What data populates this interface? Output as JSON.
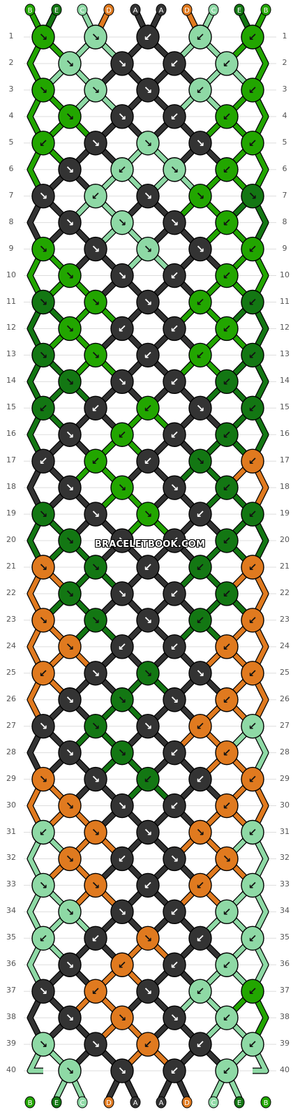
{
  "colors": {
    "A": "#333333",
    "B": "#22a600",
    "C": "#8ed9a5",
    "D": "#e07a1f",
    "E": "#137713"
  },
  "strands": [
    "B",
    "E",
    "C",
    "D",
    "A",
    "A",
    "D",
    "C",
    "E",
    "B"
  ],
  "row_count": 40,
  "watermark": "BRACELETBOOK.COM",
  "knots": [
    [
      "B",
      "C",
      "A",
      "C",
      "B"
    ],
    [
      "C",
      "A",
      "A",
      "C"
    ],
    [
      "B",
      "C",
      "A",
      "C",
      "B"
    ],
    [
      "B",
      "A",
      "A",
      "B"
    ],
    [
      "B",
      "A",
      "C",
      "A",
      "B"
    ],
    [
      "A",
      "C",
      "C",
      "B"
    ],
    [
      "A",
      "C",
      "A",
      "B",
      "E"
    ],
    [
      "A",
      "C",
      "A",
      "B"
    ],
    [
      "B",
      "A",
      "C",
      "A",
      "B"
    ],
    [
      "B",
      "A",
      "A",
      "B"
    ],
    [
      "E",
      "B",
      "A",
      "B",
      "E"
    ],
    [
      "B",
      "A",
      "A",
      "B"
    ],
    [
      "E",
      "B",
      "A",
      "B",
      "E"
    ],
    [
      "E",
      "A",
      "A",
      "E"
    ],
    [
      "E",
      "A",
      "B",
      "A",
      "E"
    ],
    [
      "A",
      "B",
      "A",
      "E"
    ],
    [
      "A",
      "B",
      "A",
      "E",
      "D"
    ],
    [
      "A",
      "B",
      "A",
      "E"
    ],
    [
      "E",
      "A",
      "B",
      "A",
      "E"
    ],
    [
      "E",
      "A",
      "A",
      "E"
    ],
    [
      "D",
      "E",
      "A",
      "E",
      "D"
    ],
    [
      "E",
      "A",
      "A",
      "E"
    ],
    [
      "D",
      "E",
      "A",
      "E",
      "D"
    ],
    [
      "D",
      "A",
      "A",
      "D"
    ],
    [
      "D",
      "A",
      "E",
      "A",
      "D"
    ],
    [
      "A",
      "E",
      "A",
      "D"
    ],
    [
      "A",
      "E",
      "A",
      "D",
      "C"
    ],
    [
      "A",
      "E",
      "A",
      "D"
    ],
    [
      "D",
      "A",
      "E",
      "A",
      "D"
    ],
    [
      "D",
      "A",
      "A",
      "D"
    ],
    [
      "C",
      "D",
      "A",
      "D",
      "C"
    ],
    [
      "D",
      "A",
      "A",
      "D"
    ],
    [
      "C",
      "D",
      "A",
      "D",
      "C"
    ],
    [
      "C",
      "A",
      "A",
      "C"
    ],
    [
      "C",
      "A",
      "D",
      "A",
      "C"
    ],
    [
      "A",
      "D",
      "A",
      "C"
    ],
    [
      "A",
      "D",
      "A",
      "C",
      "B"
    ],
    [
      "A",
      "D",
      "A",
      "C"
    ],
    [
      "C",
      "A",
      "D",
      "A",
      "C"
    ],
    [
      "C",
      "A",
      "A",
      "C"
    ]
  ],
  "arrows": [
    [
      "↘",
      "↘",
      "↙",
      "↙",
      "↙"
    ],
    [
      "↘",
      "↘",
      "↙",
      "↙"
    ],
    [
      "↘",
      "↘",
      "↘",
      "↙",
      "↙"
    ],
    [
      "↘",
      "↘",
      "↙",
      "↙"
    ],
    [
      "↙",
      "↘",
      "↘",
      "↘",
      "↙"
    ],
    [
      "↘",
      "↙",
      "↘",
      "↙"
    ],
    [
      "↘",
      "↙",
      "↘",
      "↘",
      "↘"
    ],
    [
      "↘",
      "↘",
      "↘",
      "↙"
    ],
    [
      "↘",
      "↘",
      "↘",
      "↘",
      "↙"
    ],
    [
      "↘",
      "↘",
      "↙",
      "↙"
    ],
    [
      "↘",
      "↘",
      "↘",
      "↙",
      "↙"
    ],
    [
      "↘",
      "↙",
      "↙",
      "↙"
    ],
    [
      "↘",
      "↘",
      "↙",
      "↙",
      "↙"
    ],
    [
      "↘",
      "↘",
      "↙",
      "↙"
    ],
    [
      "↙",
      "↙",
      "↙",
      "↘",
      "↙"
    ],
    [
      "↘",
      "↙",
      "↙",
      "↙"
    ],
    [
      "↙",
      "↙",
      "↙",
      "↘",
      "↙"
    ],
    [
      "↘",
      "↘",
      "↘",
      "↙"
    ],
    [
      "↘",
      "↘",
      "↘",
      "↙",
      "↙"
    ],
    [
      "↘",
      "↘",
      "↙",
      "↙"
    ],
    [
      "↘",
      "↘",
      "↙",
      "↙",
      "↙"
    ],
    [
      "↘",
      "↘",
      "↙",
      "↙"
    ],
    [
      "↘",
      "↘",
      "↘",
      "↙",
      "↙"
    ],
    [
      "↘",
      "↙",
      "↙",
      "↙"
    ],
    [
      "↙",
      "↘",
      "↘",
      "↘",
      "↙"
    ],
    [
      "↘",
      "↘",
      "↘",
      "↙"
    ],
    [
      "↘",
      "↘",
      "↘",
      "↙",
      "↙"
    ],
    [
      "↘",
      "↘",
      "↙",
      "↙"
    ],
    [
      "↘",
      "↘",
      "↙",
      "↙",
      "↙"
    ],
    [
      "↘",
      "↘",
      "↙",
      "↙"
    ],
    [
      "↙",
      "↘",
      "↘",
      "↘",
      "↙"
    ],
    [
      "↘",
      "↙",
      "↘",
      "↘"
    ],
    [
      "↘",
      "↘",
      "↙",
      "↙",
      "↙"
    ],
    [
      "↘",
      "↘",
      "↙",
      "↙"
    ],
    [
      "↙",
      "↙",
      "↘",
      "↙",
      "↙"
    ],
    [
      "↘",
      "↙",
      "↙",
      "↙"
    ],
    [
      "↘",
      "↙",
      "↘",
      "↙",
      "↙"
    ],
    [
      "↘",
      "↘",
      "↘",
      "↙"
    ],
    [
      "↘",
      "↘",
      "↙",
      "↙",
      "↙"
    ],
    [
      "↘",
      "↘",
      "↙",
      "↙"
    ]
  ]
}
